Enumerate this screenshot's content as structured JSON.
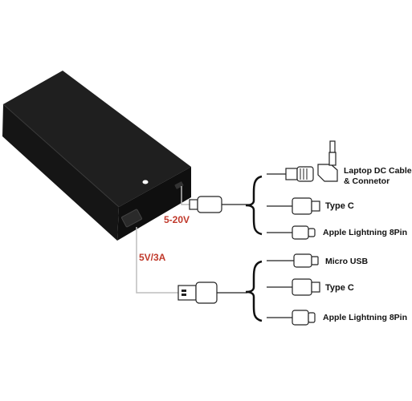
{
  "colors": {
    "charger_body": "#1a1a1a",
    "charger_top": "#1f1f1f",
    "cable": "#bdbdbd",
    "plug_outline": "#222222",
    "voltage_text": "#c0392b",
    "label_text": "#111111"
  },
  "labels": {
    "voltage_top": "5-20V",
    "voltage_bottom": "5V/3A",
    "top_group": {
      "laptop_line1": "Laptop DC Cable",
      "laptop_line2": "& Connetor",
      "type_c": "Type C",
      "lightning": "Apple Lightning 8Pin"
    },
    "bottom_group": {
      "micro_usb": "Micro USB",
      "type_c": "Type C",
      "lightning": "Apple Lightning 8Pin"
    }
  }
}
